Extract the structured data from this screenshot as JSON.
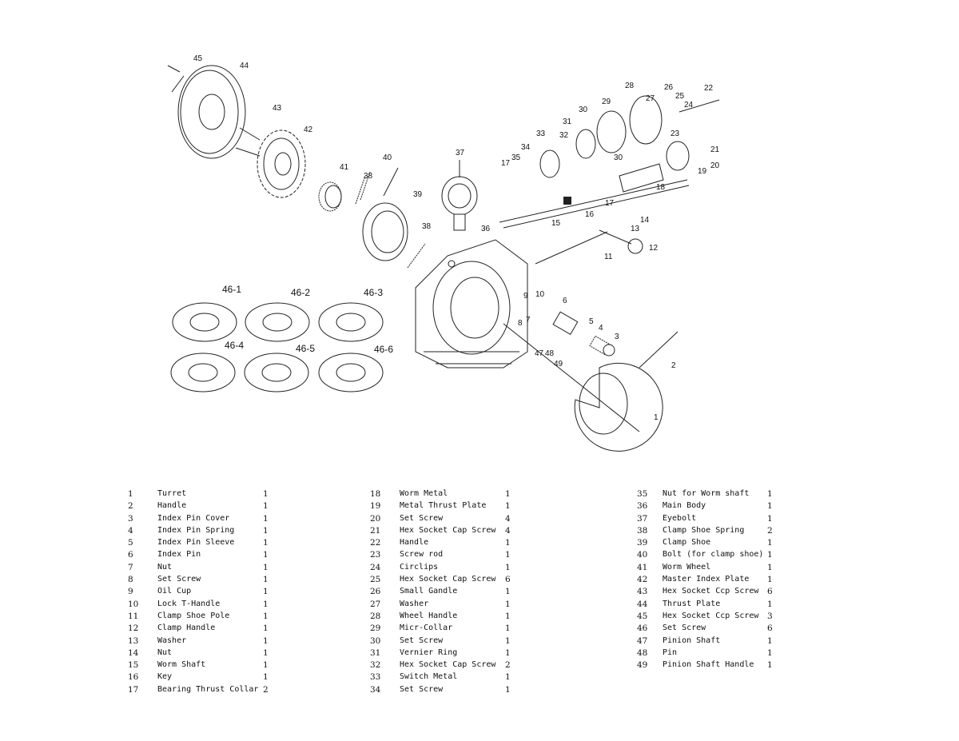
{
  "diagram": {
    "callouts": [
      "1",
      "2",
      "3",
      "4",
      "5",
      "6",
      "7",
      "8",
      "9",
      "10",
      "11",
      "12",
      "13",
      "14",
      "15",
      "16",
      "17",
      "17",
      "18",
      "19",
      "20",
      "21",
      "22",
      "23",
      "24",
      "25",
      "26",
      "27",
      "28",
      "29",
      "30",
      "30",
      "31",
      "32",
      "33",
      "34",
      "35",
      "36",
      "37",
      "38",
      "38",
      "39",
      "40",
      "41",
      "42",
      "43",
      "44",
      "45",
      "47",
      "48",
      "49"
    ],
    "plate_labels": [
      "46-1",
      "46-2",
      "46-3",
      "46-4",
      "46-5",
      "46-6"
    ]
  },
  "parts": [
    {
      "no": "1",
      "name": "Turret",
      "qty": "1"
    },
    {
      "no": "2",
      "name": "Handle",
      "qty": "1"
    },
    {
      "no": "3",
      "name": "Index Pin Cover",
      "qty": "1"
    },
    {
      "no": "4",
      "name": "Index Pin Spring",
      "qty": "1"
    },
    {
      "no": "5",
      "name": "Index Pin Sleeve",
      "qty": "1"
    },
    {
      "no": "6",
      "name": "Index Pin",
      "qty": "1"
    },
    {
      "no": "7",
      "name": "Nut",
      "qty": "1"
    },
    {
      "no": "8",
      "name": "Set Screw",
      "qty": "1"
    },
    {
      "no": "9",
      "name": "Oil Cup",
      "qty": "1"
    },
    {
      "no": "10",
      "name": "Lock T-Handle",
      "qty": "1"
    },
    {
      "no": "11",
      "name": "Clamp Shoe Pole",
      "qty": "1"
    },
    {
      "no": "12",
      "name": "Clamp Handle",
      "qty": "1"
    },
    {
      "no": "13",
      "name": "Washer",
      "qty": "1"
    },
    {
      "no": "14",
      "name": "Nut",
      "qty": "1"
    },
    {
      "no": "15",
      "name": "Worm Shaft",
      "qty": "1"
    },
    {
      "no": "16",
      "name": "Key",
      "qty": "1"
    },
    {
      "no": "17",
      "name": "Bearing Thrust Collar",
      "qty": "2"
    },
    {
      "no": "18",
      "name": "Worm Metal",
      "qty": "1"
    },
    {
      "no": "19",
      "name": "Metal Thrust Plate",
      "qty": "1"
    },
    {
      "no": "20",
      "name": "Set Screw",
      "qty": "4"
    },
    {
      "no": "21",
      "name": "Hex Socket Cap Screw",
      "qty": "4"
    },
    {
      "no": "22",
      "name": "Handle",
      "qty": "1"
    },
    {
      "no": "23",
      "name": "Screw rod",
      "qty": "1"
    },
    {
      "no": "24",
      "name": "Circlips",
      "qty": "1"
    },
    {
      "no": "25",
      "name": "Hex Socket Cap Screw",
      "qty": "6"
    },
    {
      "no": "26",
      "name": "Small Gandle",
      "qty": "1"
    },
    {
      "no": "27",
      "name": "Washer",
      "qty": "1"
    },
    {
      "no": "28",
      "name": "Wheel Handle",
      "qty": "1"
    },
    {
      "no": "29",
      "name": "Micr-Collar",
      "qty": "1"
    },
    {
      "no": "30",
      "name": "Set Screw",
      "qty": "1"
    },
    {
      "no": "31",
      "name": "Vernier Ring",
      "qty": "1"
    },
    {
      "no": "32",
      "name": "Hex Socket Cap Screw",
      "qty": "2"
    },
    {
      "no": "33",
      "name": "Switch Metal",
      "qty": "1"
    },
    {
      "no": "34",
      "name": "Set Screw",
      "qty": "1"
    },
    {
      "no": "35",
      "name": "Nut for Worm shaft",
      "qty": "1"
    },
    {
      "no": "36",
      "name": "Main Body",
      "qty": "1"
    },
    {
      "no": "37",
      "name": "Eyebolt",
      "qty": "1"
    },
    {
      "no": "38",
      "name": "Clamp Shoe Spring",
      "qty": "2"
    },
    {
      "no": "39",
      "name": "Clamp Shoe",
      "qty": "1"
    },
    {
      "no": "40",
      "name": "Bolt (for clamp shoe)",
      "qty": "1"
    },
    {
      "no": "41",
      "name": "Worm Wheel",
      "qty": "1"
    },
    {
      "no": "42",
      "name": "Master Index Plate",
      "qty": "1"
    },
    {
      "no": "43",
      "name": "Hex Socket Ccp Screw",
      "qty": "6"
    },
    {
      "no": "44",
      "name": "Thrust Plate",
      "qty": "1"
    },
    {
      "no": "45",
      "name": "Hex Socket Ccp Screw",
      "qty": "3"
    },
    {
      "no": "46",
      "name": "Set Screw",
      "qty": "6"
    },
    {
      "no": "47",
      "name": "Pinion Shaft",
      "qty": "1"
    },
    {
      "no": "48",
      "name": "Pin",
      "qty": "1"
    },
    {
      "no": "49",
      "name": "Pinion Shaft Handle",
      "qty": "1"
    }
  ]
}
